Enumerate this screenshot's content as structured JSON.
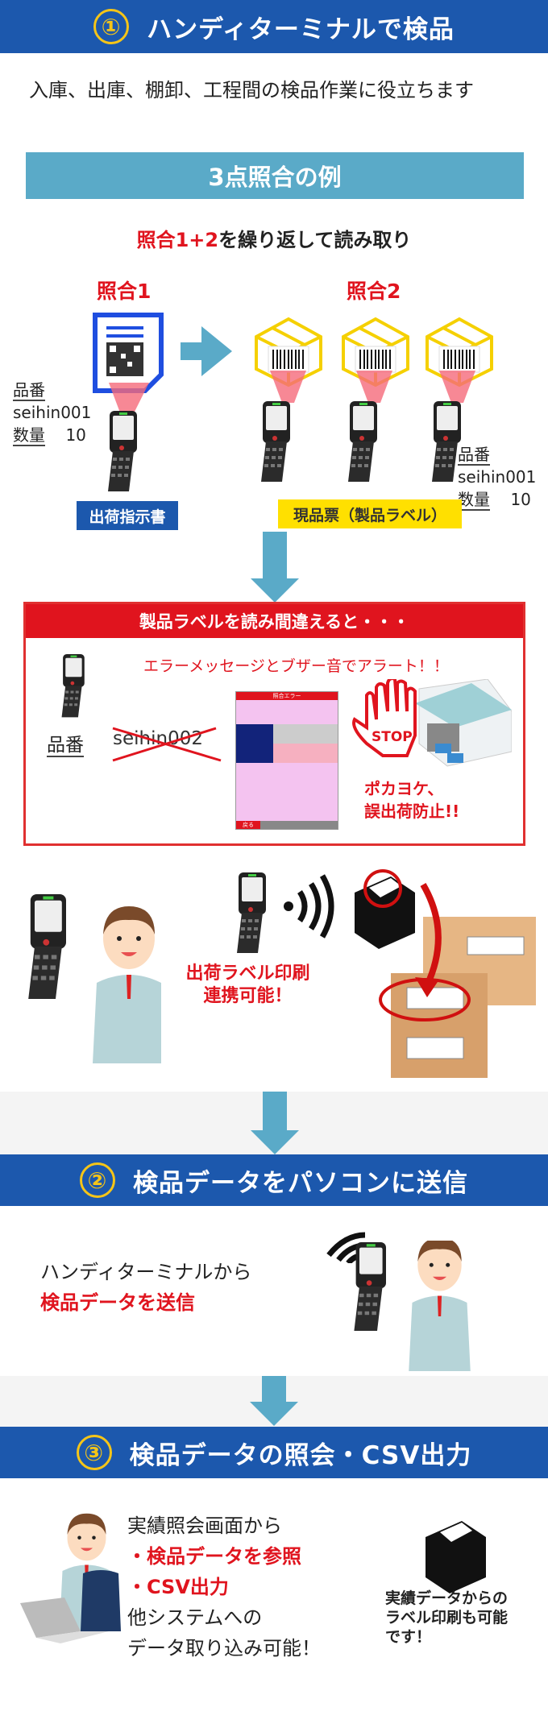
{
  "section1": {
    "number": "①",
    "title": "ハンディターミナルで検品",
    "description": "入庫、出庫、棚卸、工程間の検品作業に役立ちます",
    "example_bar": "3点照合の例",
    "subtitle_red": "照合1+2",
    "subtitle_rest": "を繰り返して読み取り",
    "match1": "照合1",
    "match2": "照合2",
    "left_info": {
      "part_label": "品番",
      "part_value": "seihin001",
      "qty_label": "数量",
      "qty_value": "10"
    },
    "right_info": {
      "part_label": "品番",
      "part_value": "seihin001",
      "qty_label": "数量",
      "qty_value": "10"
    },
    "doc_label": "出荷指示書",
    "product_label": "現品票（製品ラベル）"
  },
  "error_box": {
    "header": "製品ラベルを読み間違えると・・・",
    "alert": "エラーメッセージとブザー音でアラート！！",
    "part_label": "品番",
    "wrong_value": "seihin002",
    "screen_title": "照合エラー",
    "screen_back": "戻る",
    "stop": "STOP",
    "pokayoke_line1": "ポカヨケ、",
    "pokayoke_line2": "誤出荷防止!!"
  },
  "print_link": {
    "line1": "出荷ラベル印刷",
    "line2": "連携可能！"
  },
  "section2": {
    "number": "②",
    "title": "検品データをパソコンに送信",
    "line1": "ハンディターミナルから",
    "line2": "検品データを送信"
  },
  "section3": {
    "number": "③",
    "title": "検品データの照会・CSV出力",
    "lines": [
      "実績照会画面から",
      "・検品データを参照",
      "・CSV出力",
      "他システムへの",
      "データ取り込み可能！"
    ],
    "printer_text": [
      "実績データからの",
      "ラベル印刷も可能",
      "です！"
    ]
  },
  "colors": {
    "header_blue": "#1c58ad",
    "accent_teal": "#5aaac8",
    "alert_red": "#e0141e",
    "number_yellow": "#f5c518",
    "label_yellow": "#ffe000"
  }
}
